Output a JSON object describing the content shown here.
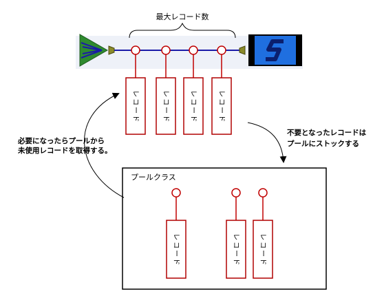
{
  "diagram": {
    "max_records_label": "最大レコード数",
    "pool_class_label": "プールクラス",
    "record_label": "レコード",
    "record_glyphs": [
      "レ",
      "コ",
      "ー",
      "ド"
    ],
    "left_note": [
      "必要になったらプールから",
      "未使用レコードを取得する。"
    ],
    "right_note": [
      "不要となったレコードは",
      "プールにストックする"
    ]
  },
  "colors": {
    "pipe_line": "#1a1aa8",
    "record_border": "#b00000",
    "node_stroke": "#c00000",
    "node_fill": "#ffffff",
    "band_fill": "#eef1f8",
    "producer_triangle": "#2f8a2f",
    "consumer_box": "#1f6fe0",
    "connector_olive": "#8a8a2a",
    "arrow": "#000000"
  },
  "icons": {
    "producer": "green-triangle-icon",
    "consumer": "blue-s-box-icon"
  }
}
